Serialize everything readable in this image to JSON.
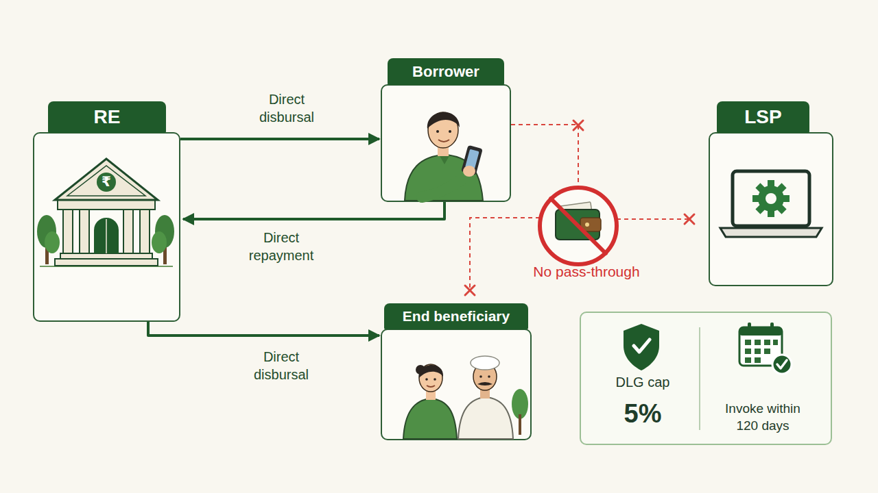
{
  "diagram": {
    "nodes": [
      {
        "text": [
          "RE"
        ]
      },
      {
        "text": [
          "Borrower"
        ]
      },
      {
        "text": [
          "LSP"
        ]
      },
      {
        "text": [
          "End beneficiary"
        ]
      },
      {
        "text": [
          "DLG cap",
          "5%",
          "Invoke within 120 days"
        ]
      }
    ],
    "edges": [
      {
        "from": 0,
        "to": 1,
        "label": "Direct disbursal",
        "arrow": "to"
      },
      {
        "from": 1,
        "to": 0,
        "label": "Direct repayment",
        "arrow": "to"
      },
      {
        "from": 0,
        "to": 3,
        "label": "Direct disbursal",
        "arrow": "to"
      }
    ],
    "labels": [
      "₹",
      "No pass-through"
    ]
  }
}
